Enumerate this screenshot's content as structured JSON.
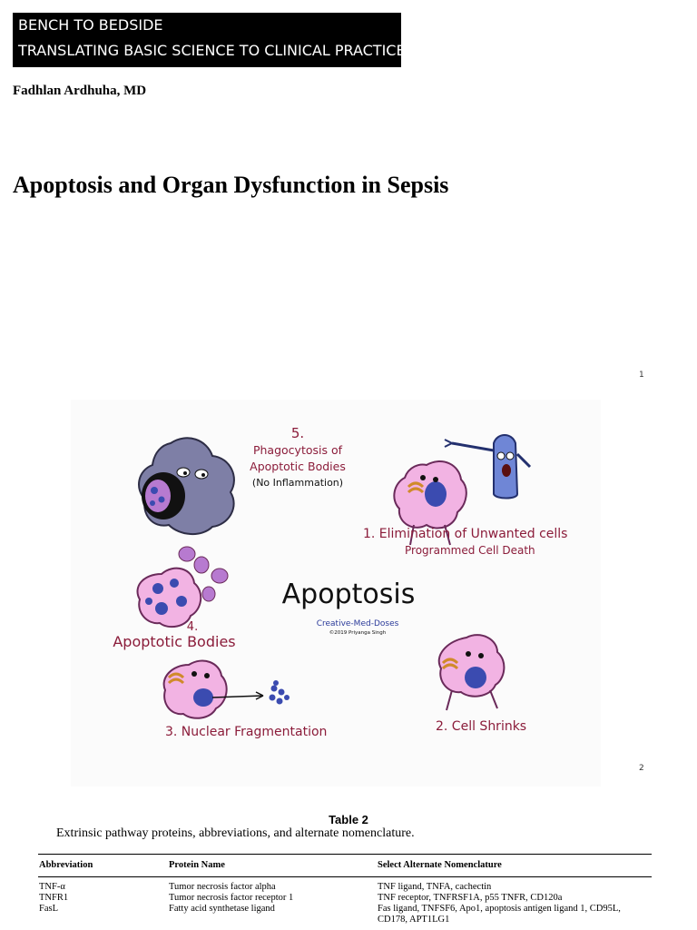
{
  "header": {
    "banner_line1": "BENCH TO BEDSIDE",
    "banner_line2": "TRANSLATING BASIC SCIENCE TO CLINICAL  PRACTICE",
    "author": "Fadhlan Ardhuha, MD",
    "title": "Apoptosis and Organ Dysfunction in Sepsis"
  },
  "footnotes": {
    "page_ref_1": "1",
    "page_ref_2": "2"
  },
  "figure": {
    "heading": "Apoptosis",
    "credit_line1": "Creative-Med-Doses",
    "credit_line2": "©2019 Priyanga Singh",
    "step5_number": "5.",
    "step5_line1": "Phagocytosis of",
    "step5_line2": "Apoptotic Bodies",
    "step5_note": "(No Inflammation)",
    "step1_label": "1. Elimination of Unwanted cells",
    "step1_sub": "Programmed Cell Death",
    "step4_number": "4.",
    "step4_label": "Apoptotic Bodies",
    "step3_label": "3. Nuclear Fragmentation",
    "step2_label": "2. Cell Shrinks",
    "colors": {
      "maroon": "#8b1c3a",
      "cell_pink": "#f2b3e3",
      "nucleus_blue": "#3b4bb0",
      "macrophage": "#7e7fa6",
      "blue_cell": "#6f86d6"
    }
  },
  "table": {
    "caption": "Table 2",
    "subtitle": "Extrinsic pathway proteins, abbreviations, and alternate nomenclature.",
    "headers": [
      "Abbreviation",
      "Protein Name",
      "Select Alternate Nomenclature"
    ],
    "rows": [
      [
        "TNF-α",
        "Tumor necrosis factor alpha",
        "TNF ligand, TNFA, cachectin"
      ],
      [
        "TNFR1",
        "Tumor necrosis factor receptor 1",
        "TNF receptor, TNFRSF1A, p55 TNFR, CD120a"
      ],
      [
        "FasL",
        "Fatty acid synthetase ligand",
        "Fas ligand, TNFSF6, Apo1, apoptosis antigen ligand 1, CD95L,"
      ],
      [
        "",
        "",
        "CD178, APT1LG1"
      ]
    ]
  }
}
